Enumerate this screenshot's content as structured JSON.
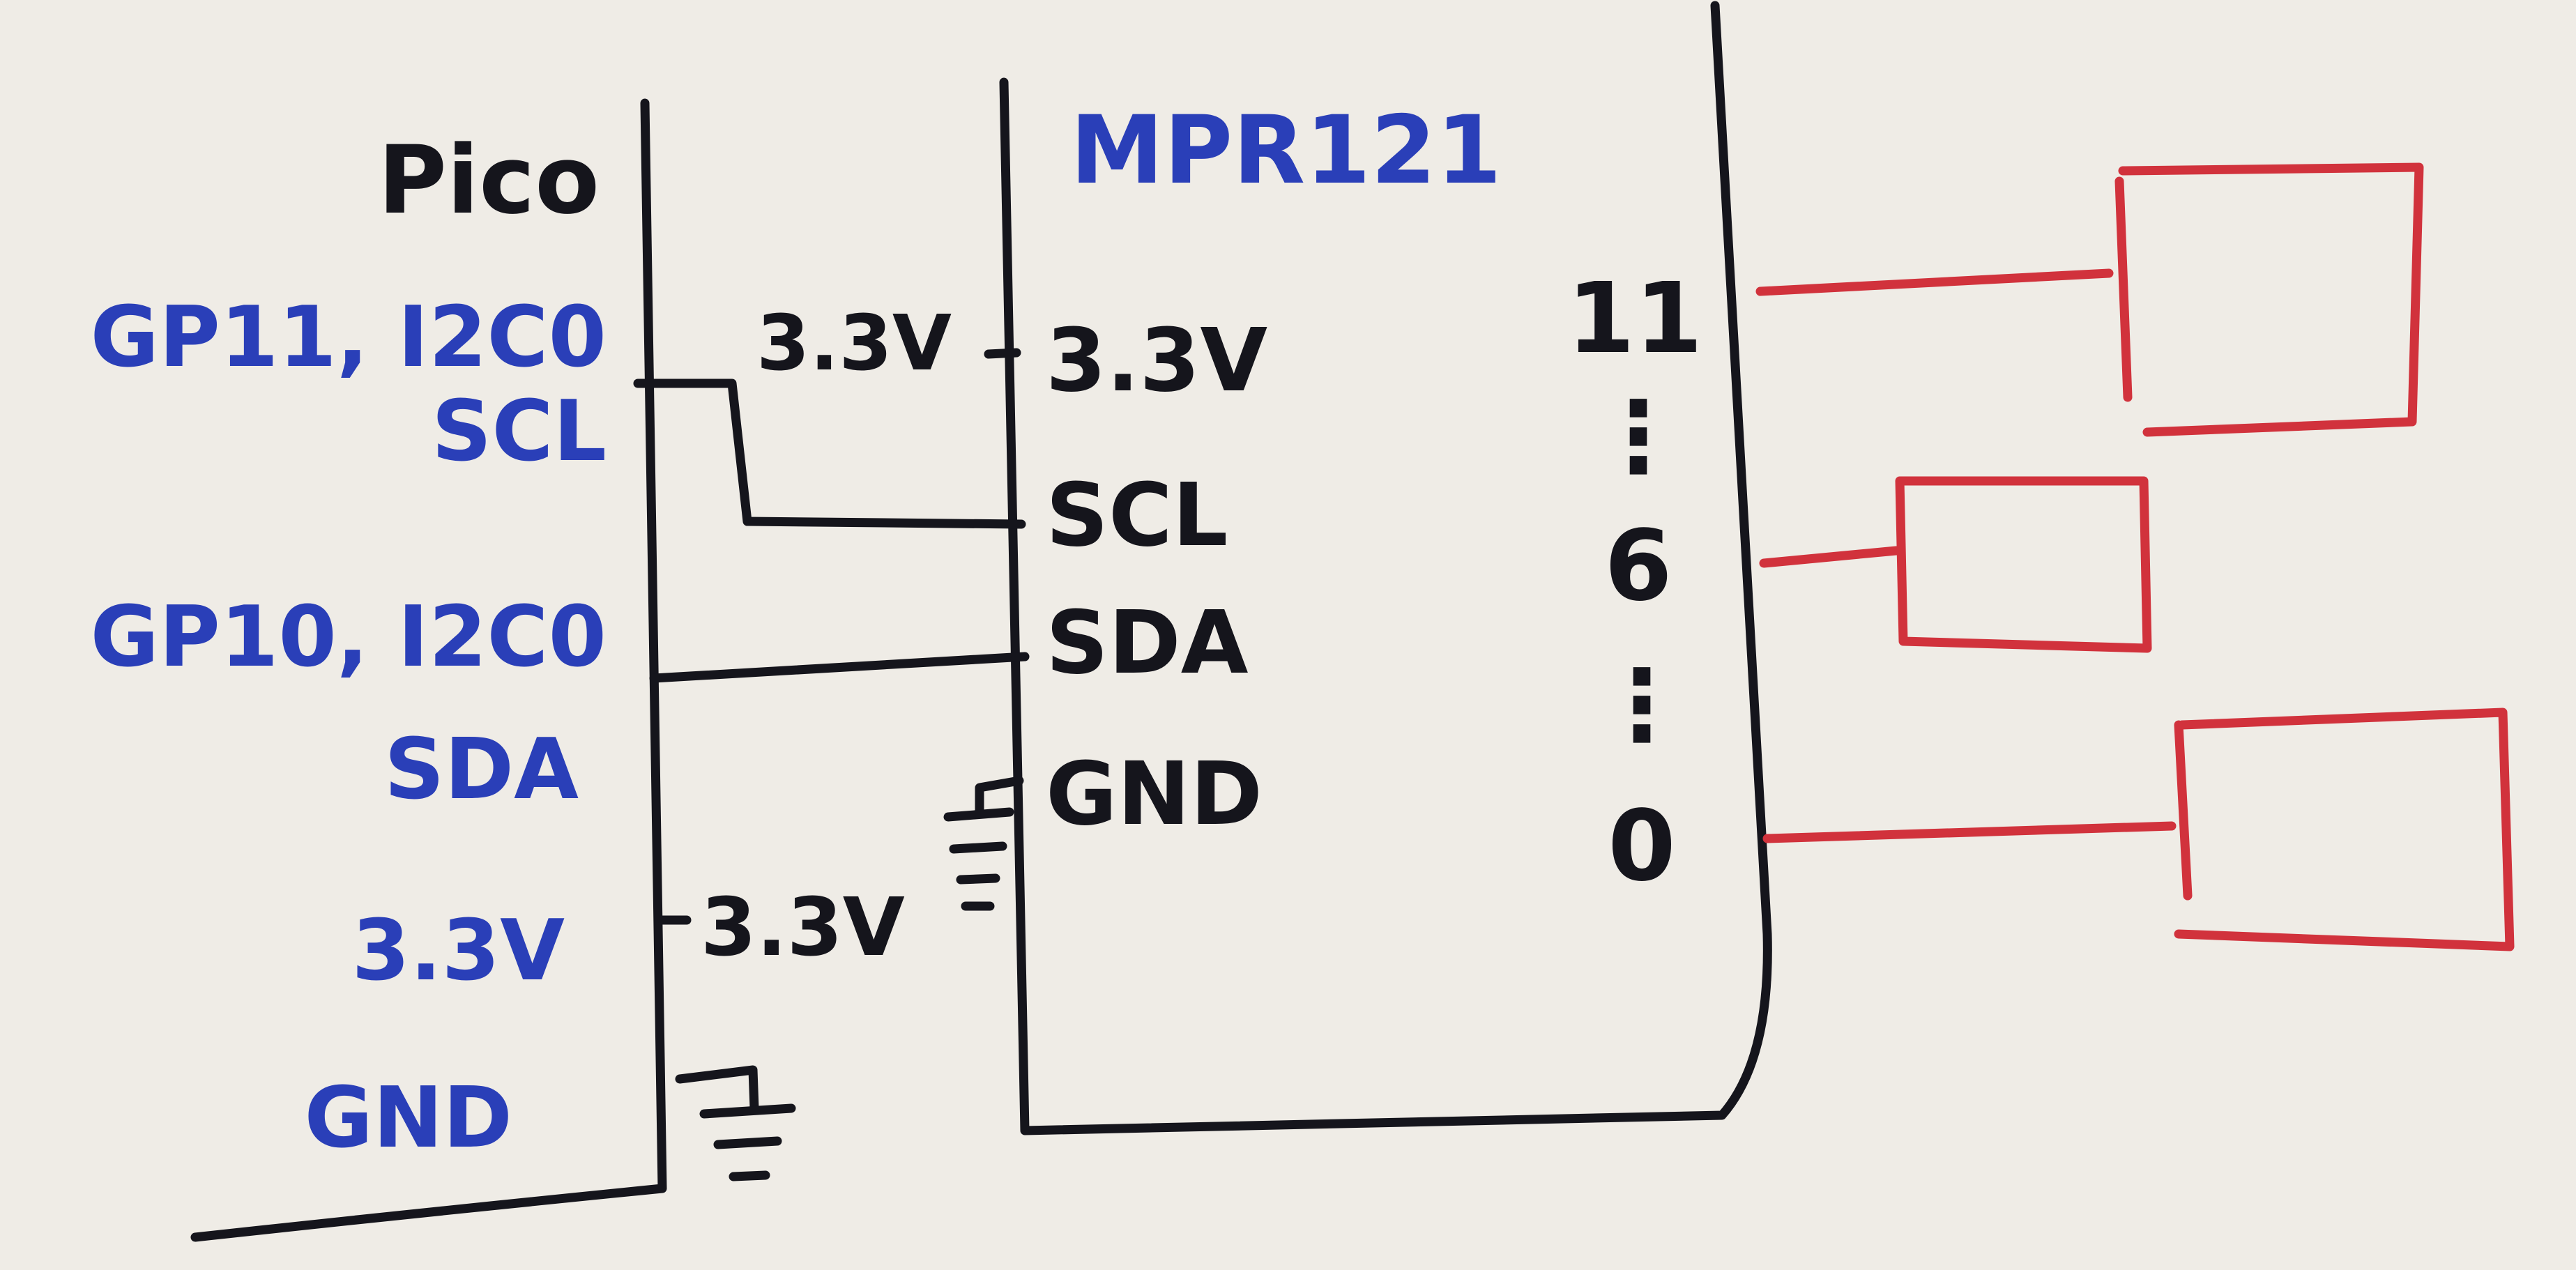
{
  "colors": {
    "paper": "#efece6",
    "ink": "#15151c",
    "pico_labels": "#2a3fb8",
    "chip_label": "#2a3fb8",
    "pads": "#d1323c"
  },
  "pico": {
    "title": "Pico",
    "pins": {
      "scl_line1": "GP11, I2C0",
      "scl_line2": "SCL",
      "sda_line1": "GP10, I2C0",
      "sda_line2": "SDA",
      "v33": "3.3V",
      "gnd": "GND"
    },
    "power_tag": "3.3V"
  },
  "mpr121": {
    "title": "MPR121",
    "power_tag": "3.3V",
    "pins": {
      "v33": "3.3V",
      "scl": "SCL",
      "sda": "SDA",
      "gnd": "GND"
    },
    "electrodes": {
      "top": "11",
      "mid": "6",
      "bottom": "0",
      "ellipsis": "⋮"
    }
  }
}
